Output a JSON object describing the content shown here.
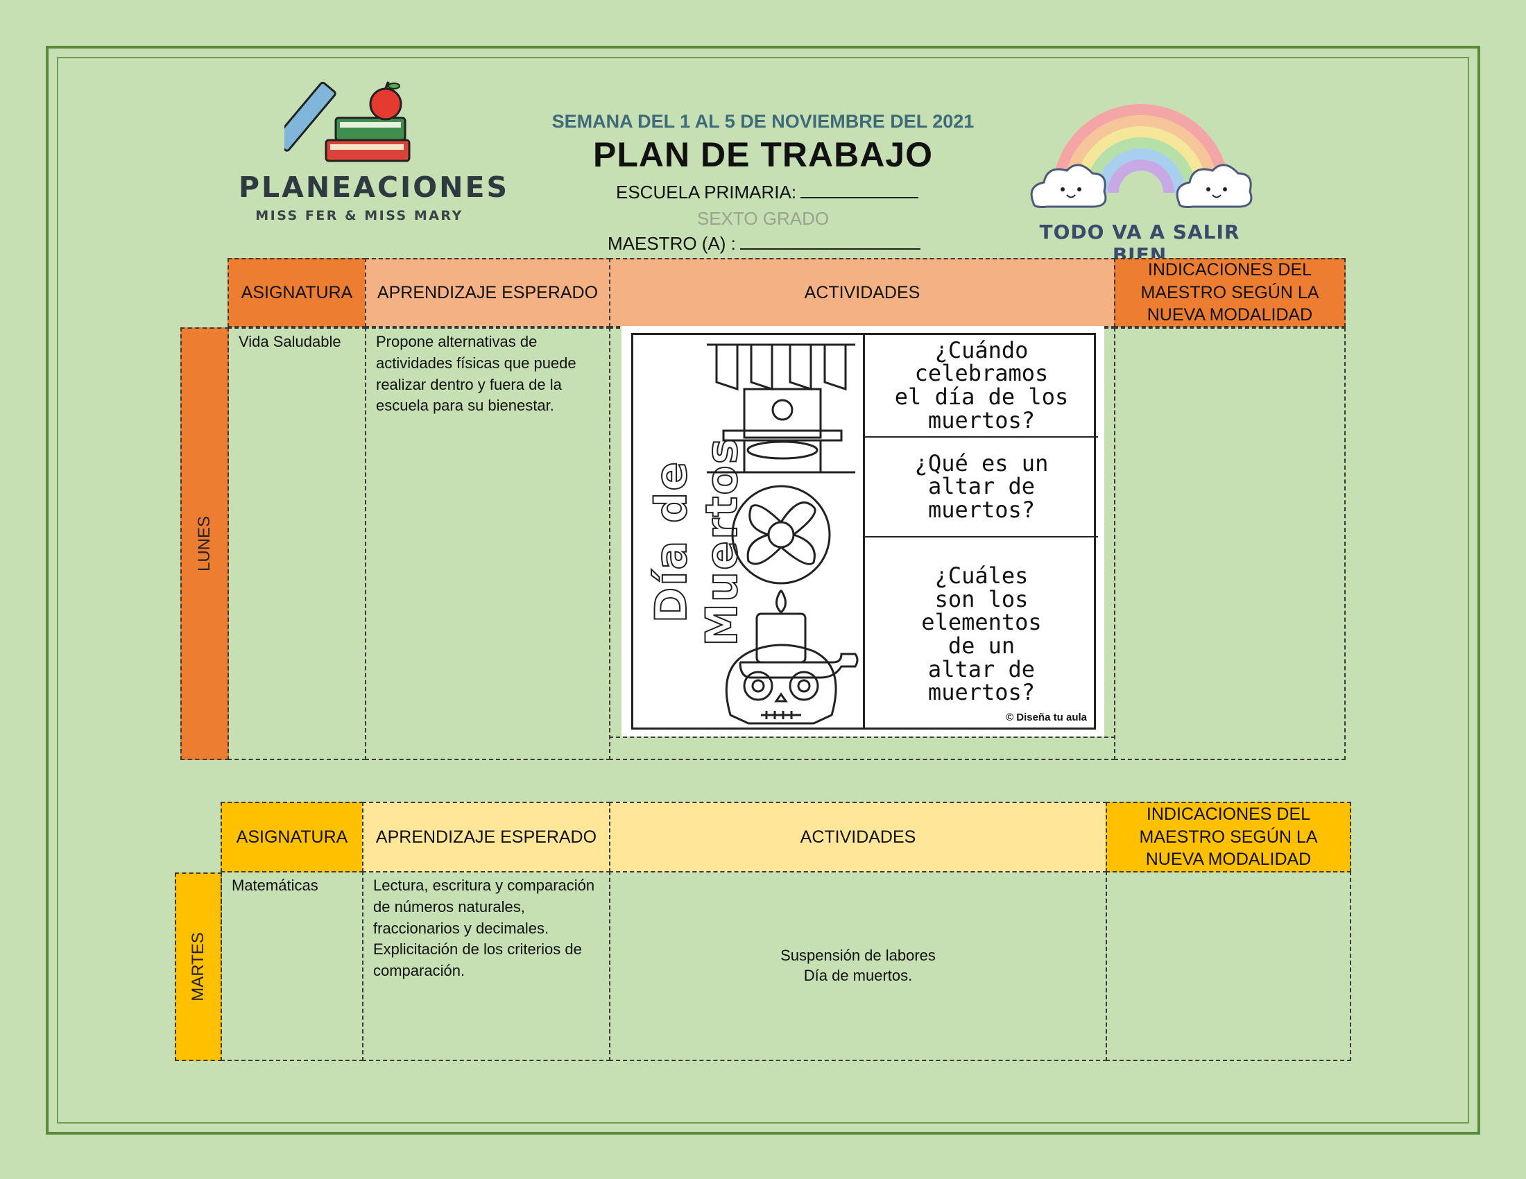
{
  "logo": {
    "title": "PLANEACIONES",
    "subtitle": "MISS FER & MISS MARY"
  },
  "header": {
    "week": "SEMANA DEL 1 AL 5 DE NOVIEMBRE DEL 2021",
    "title": "PLAN DE TRABAJO",
    "school_label": "ESCUELA PRIMARIA:",
    "grade": "SEXTO GRADO",
    "teacher_label": "MAESTRO (A) :"
  },
  "slogan": "TODO VA A SALIR BIEN",
  "colors": {
    "background": "#c6e0b4",
    "monday_dark": "#ed7d31",
    "monday_light": "#f4b183",
    "tuesday_dark": "#ffc000",
    "tuesday_light": "#ffe699"
  },
  "columns": {
    "subject": "ASIGNATURA",
    "expected": "APRENDIZAJE ESPERADO",
    "activities": "ACTIVIDADES",
    "teacher_notes": "INDICACIONES DEL MAESTRO SEGÚN LA NUEVA MODALIDAD"
  },
  "monday": {
    "day": "LUNES",
    "subject": "Vida Saludable",
    "expected": "Propone alternativas de actividades físicas que puede realizar dentro y fuera de la escuela para su bienestar.",
    "worksheet": {
      "title": "Día de Muertos",
      "q1": "¿Cuándo\ncelebramos\nel día de los\nmuertos?",
      "q2": "¿Qué es un\naltar de\nmuertos?",
      "q3": "¿Cuáles\nson los\nelementos\nde un\naltar de\nmuertos?",
      "credit": "© Diseña tu aula"
    }
  },
  "tuesday": {
    "day": "MARTES",
    "subject": "Matemáticas",
    "expected": "Lectura, escritura y comparación de números naturales, fraccionarios y decimales. Explicitación de los criterios de comparación.",
    "activities_line1": "Suspensión de labores",
    "activities_line2": "Día de muertos."
  }
}
